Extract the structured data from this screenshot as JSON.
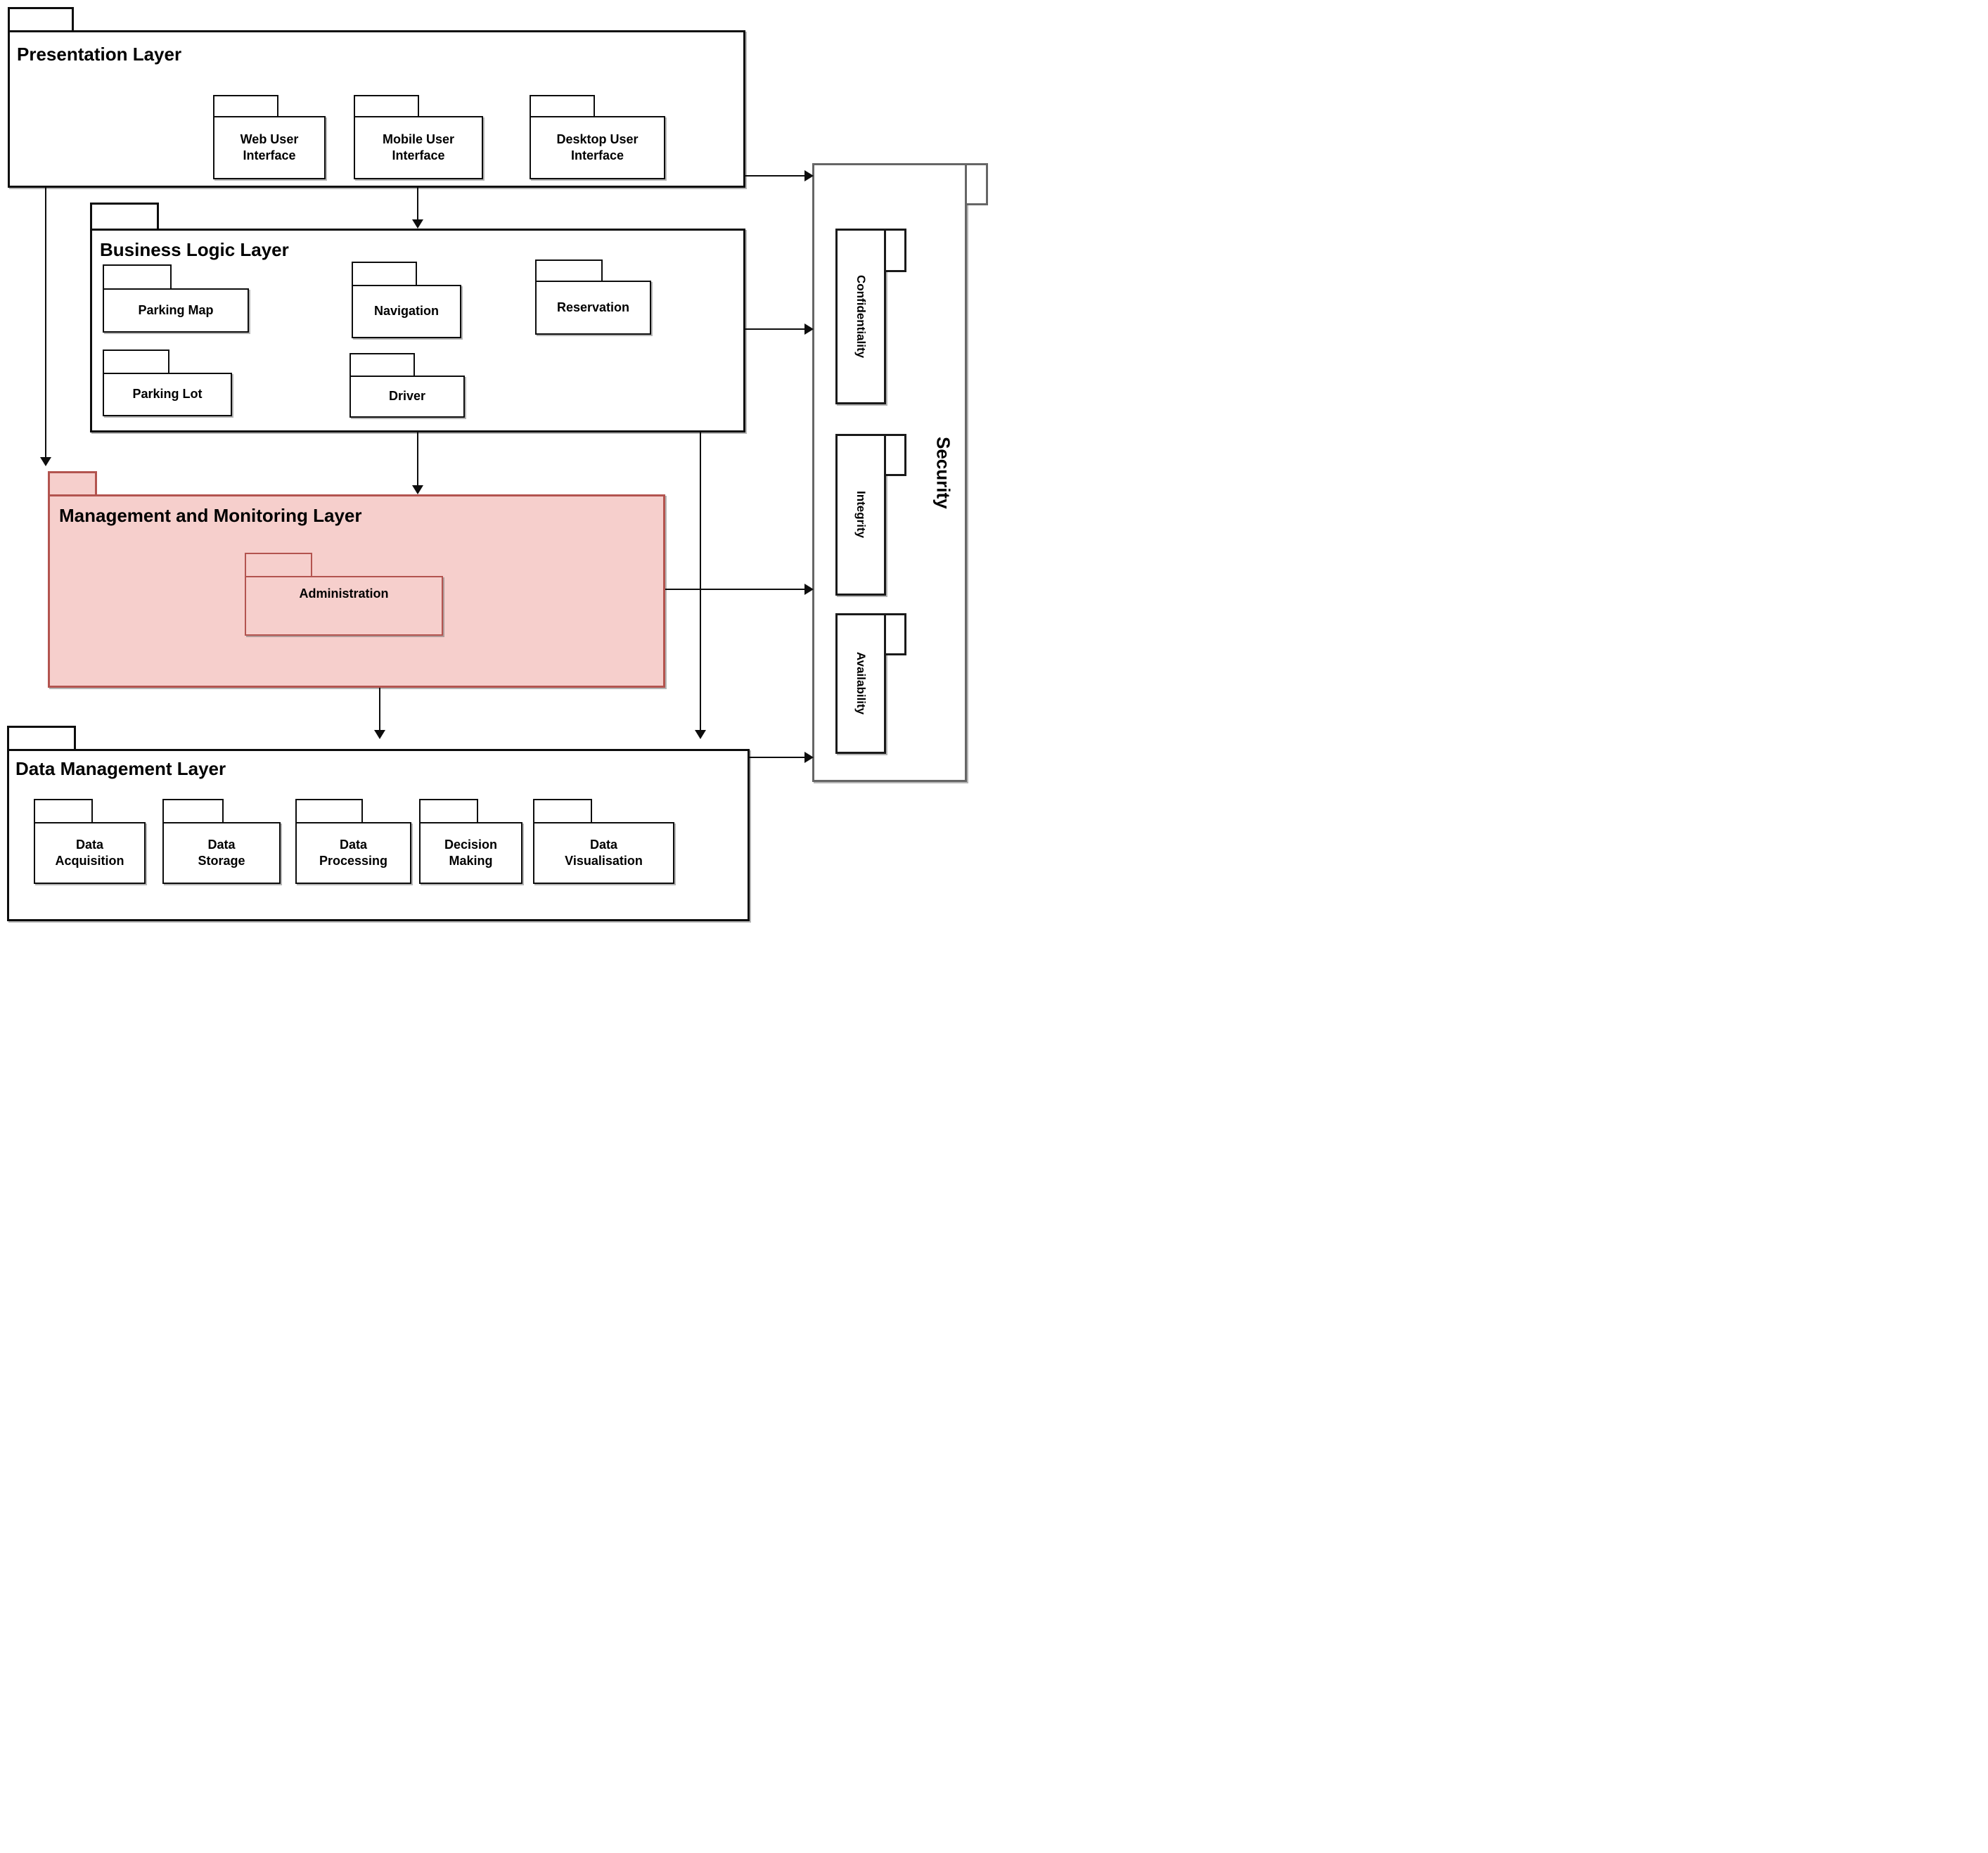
{
  "colors": {
    "background": "#ffffff",
    "line": "#0d0d0d",
    "security_border": "#666666",
    "highlight_fill": "#f6cfcc",
    "highlight_border": "#b3544f"
  },
  "layers": {
    "presentation": {
      "title": "Presentation Layer",
      "packages": {
        "web": "Web User\nInterface",
        "mobile": "Mobile User\nInterface",
        "desktop": "Desktop User\nInterface"
      }
    },
    "business_logic": {
      "title": "Business Logic Layer",
      "packages": {
        "parking_map": "Parking Map",
        "navigation": "Navigation",
        "reservation": "Reservation",
        "parking_lot": "Parking Lot",
        "driver": "Driver"
      }
    },
    "management": {
      "title": "Management and Monitoring Layer",
      "packages": {
        "administration": "Administration"
      }
    },
    "data_management": {
      "title": "Data Management Layer",
      "packages": {
        "data_acquisition": "Data\nAcquisition",
        "data_storage": "Data\nStorage",
        "data_processing": "Data\nProcessing",
        "decision_making": "Decision\nMaking",
        "data_visualisation": "Data\nVisualisation"
      }
    },
    "security": {
      "title": "Security",
      "packages": {
        "confidentiality": "Confidentiality",
        "integrity": "Integrity",
        "availability": "Availability"
      }
    }
  },
  "arrows": [
    {
      "from": "presentation-layer",
      "to": "security-package"
    },
    {
      "from": "presentation-layer",
      "to": "business-logic-layer"
    },
    {
      "from": "presentation-layer",
      "to": "management-and-monitoring-layer"
    },
    {
      "from": "business-logic-layer",
      "to": "security-package"
    },
    {
      "from": "business-logic-layer",
      "to": "management-and-monitoring-layer"
    },
    {
      "from": "business-logic-layer",
      "to": "data-management-layer"
    },
    {
      "from": "management-and-monitoring-layer",
      "to": "security-package"
    },
    {
      "from": "management-and-monitoring-layer",
      "to": "data-management-layer"
    },
    {
      "from": "data-management-layer",
      "to": "security-package"
    }
  ]
}
